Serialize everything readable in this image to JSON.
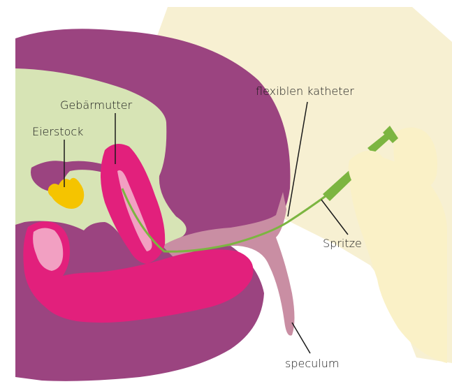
{
  "labels": {
    "uterus": "Gebärmutter",
    "ovary": "Eierstock",
    "catheter": "flexiblen katheter",
    "syringe": "Spritze",
    "speculum": "speculum"
  },
  "colors": {
    "skin": "#f7f0d2",
    "hand": "#faf1c7",
    "tissue": "#9b4480",
    "pelvic_cavity": "#d7e4b5",
    "uterus": "#e2207c",
    "endometrium": "#f2a0c2",
    "ovary": "#f5c400",
    "catheter": "#7cb541",
    "speculum": "#c98ea3",
    "leader_line": "#1a1a1a"
  }
}
